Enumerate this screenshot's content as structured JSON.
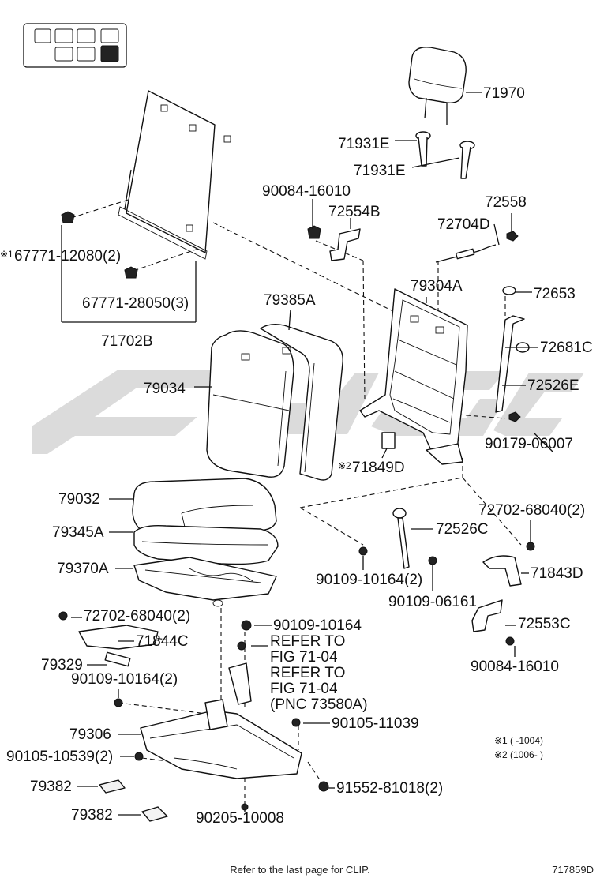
{
  "diagram_id": "717859D",
  "footer_note": "Refer to the last page for CLIP.",
  "colors": {
    "ink": "#111111",
    "watermark": "#cfcfcf",
    "seat_indicator_active": "#222222"
  },
  "icons": [
    "seat-position-indicator-icon"
  ],
  "part_labels": {
    "p71970": "71970",
    "p71931e_a": "71931E",
    "p71931e_b": "71931E",
    "p90084_16010_top": "90084-16010",
    "p72554b": "72554B",
    "p72558": "72558",
    "p72704d": "72704D",
    "p67771_12080": "67771-12080(2)",
    "p67771_28050": "67771-28050(3)",
    "p71702b": "71702B",
    "p79385a": "79385A",
    "p79304a": "79304A",
    "p72653": "72653",
    "p72681c": "72681C",
    "p79034": "79034",
    "p72526e": "72526E",
    "p90179_06007": "90179-06007",
    "p71849d": "71849D",
    "p79032": "79032",
    "p72702_68040_right": "72702-68040(2)",
    "p79345a": "79345A",
    "p72526c": "72526C",
    "p79370a": "79370A",
    "p90109_10164_2": "90109-10164(2)",
    "p71843d": "71843D",
    "p90109_06161": "90109-06161",
    "p72702_68040_left": "72702-68040(2)",
    "p90109_10164": "90109-10164",
    "p72553c": "72553C",
    "p71844c": "71844C",
    "p90084_16010_bottom": "90084-16010",
    "p79329": "79329",
    "p90109_10164_2b": "90109-10164(2)",
    "p79306": "79306",
    "p90105_11039": "90105-11039",
    "p90105_10539": "90105-10539(2)",
    "p79382_a": "79382",
    "p79382_b": "79382",
    "p91552_81018": "91552-81018(2)",
    "p90205_10008": "90205-10008"
  },
  "refs": {
    "ref1_line1": "REFER TO",
    "ref1_line2": "FIG 71-04",
    "ref2_line1": "REFER TO",
    "ref2_line2": "FIG 71-04",
    "ref2_line3": "(PNC 73580A)"
  },
  "marks": {
    "mark1": "※1",
    "mark2": "※2",
    "note1_mark": "※1",
    "note1_text": "(      -1004)",
    "note2_mark": "※2",
    "note2_text": "(1006-      )"
  }
}
